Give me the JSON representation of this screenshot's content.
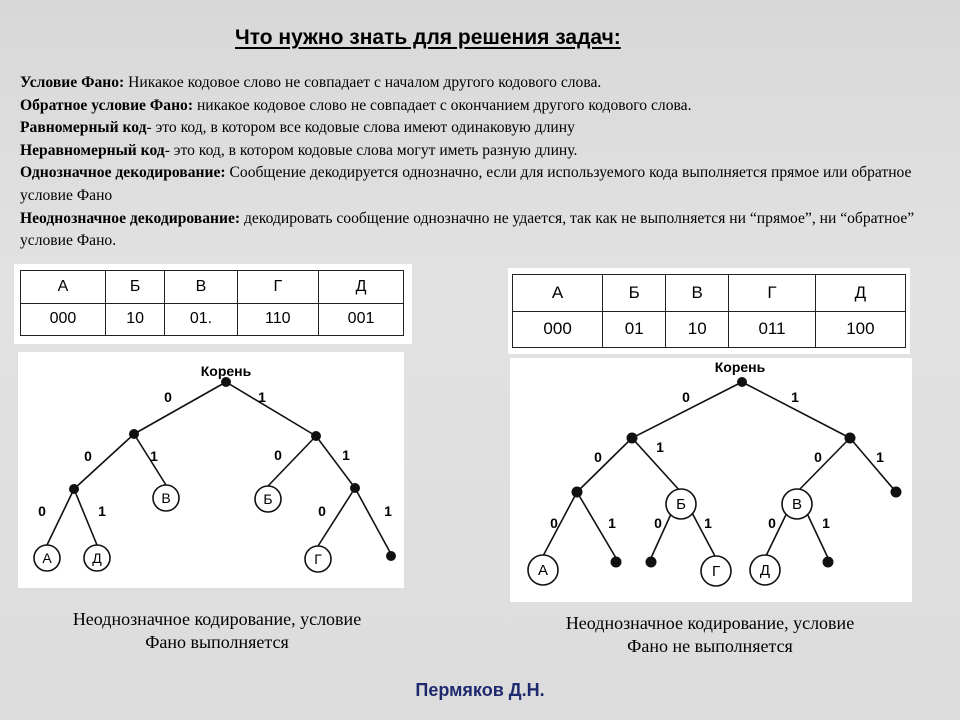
{
  "title": "Что нужно знать для решения задач:",
  "definitions": [
    {
      "term": "Условие Фано:",
      "text": " Никакое кодовое слово не совпадает с началом другого кодового слова."
    },
    {
      "term": "Обратное условие Фано:",
      "text": " никакое кодовое слово не совпадает с окончанием другого кодового слова."
    },
    {
      "term": "Равномерный код",
      "text": "- это код, в котором все кодовые слова имеют одинаковую длину"
    },
    {
      "term": "Неравномерный код",
      "text": "- это код, в котором кодовые слова могут иметь разную длину."
    },
    {
      "term": "Однозначное декодирование:",
      "text": " Сообщение декодируется однозначно, если для используемого кода выполняется прямое или обратное условие Фано"
    },
    {
      "term": "Неоднозначное декодирование:",
      "text": " декодировать сообщение однозначно не удается, так как не выполняется ни “прямое”, ни “обратное” условие Фано."
    }
  ],
  "left_table": {
    "letters": [
      "А",
      "Б",
      "В",
      "Г",
      "Д"
    ],
    "codes": [
      "000",
      "10",
      "01.",
      "110",
      "001"
    ]
  },
  "right_table": {
    "letters": [
      "А",
      "Б",
      "В",
      "Г",
      "Д"
    ],
    "codes": [
      "000",
      "01",
      "10",
      "011",
      "100"
    ]
  },
  "left_tree": {
    "root_label": "Корень",
    "edge_labels": [
      "0",
      "1",
      "0",
      "1",
      "0",
      "1",
      "0",
      "1",
      "0",
      "1"
    ],
    "leaves": [
      "А",
      "Д",
      "В",
      "Б",
      "Г"
    ]
  },
  "right_tree": {
    "root_label": "Корень",
    "edge_labels": [
      "0",
      "1",
      "0",
      "1",
      "0",
      "1",
      "0",
      "1",
      "0",
      "1",
      "0",
      "1"
    ],
    "leaves": [
      "А",
      "Г",
      "Д",
      "Б",
      "В"
    ]
  },
  "left_caption": [
    "Неоднозначное кодирование, условие",
    "Фано выполняется"
  ],
  "right_caption": [
    "Неоднозначное кодирование, условие",
    "Фано не выполняется"
  ],
  "author": "Пермяков Д.Н."
}
